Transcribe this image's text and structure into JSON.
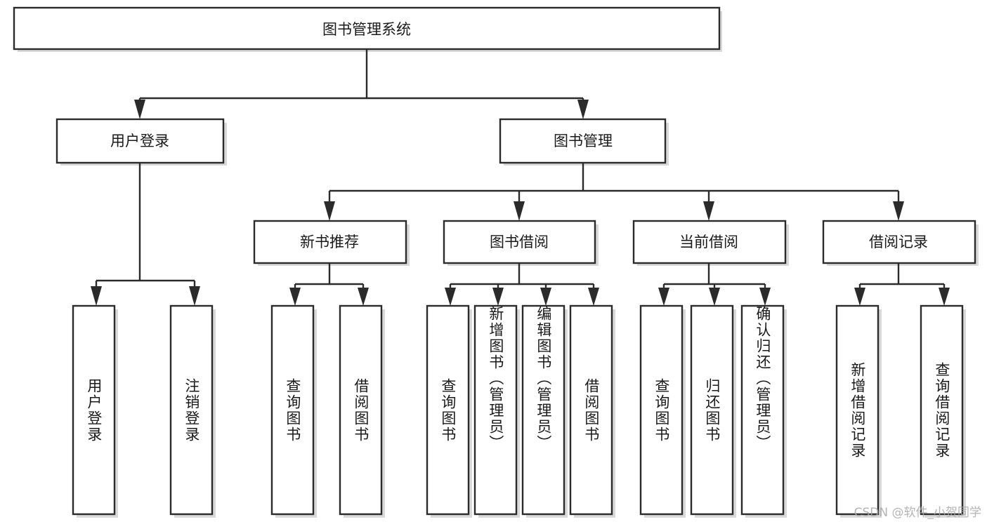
{
  "diagram": {
    "type": "tree",
    "title": "图书管理系统",
    "orientation": "top-down",
    "colors": {
      "box_stroke": "#2b2b2b",
      "box_fill": "#ffffff",
      "text": "#1a1a1a",
      "background": "#ffffff",
      "watermark": "#a8a8a8"
    },
    "root": {
      "label": "图书管理系统"
    },
    "level2": [
      {
        "label": "用户登录"
      },
      {
        "label": "图书管理"
      }
    ],
    "level3": [
      {
        "label": "新书推荐"
      },
      {
        "label": "图书借阅"
      },
      {
        "label": "当前借阅"
      },
      {
        "label": "借阅记录"
      }
    ],
    "leaves": {
      "user_login": [
        {
          "label": "用户登录"
        },
        {
          "label": "注销登录"
        }
      ],
      "new_book_recommend": [
        {
          "label": "查询图书"
        },
        {
          "label": "借阅图书"
        }
      ],
      "book_borrow": [
        {
          "label": "查询图书"
        },
        {
          "label": "新增图书（管理员）"
        },
        {
          "label": "编辑图书（管理员）"
        },
        {
          "label": "借阅图书"
        }
      ],
      "current_borrow": [
        {
          "label": "查询图书"
        },
        {
          "label": "归还图书"
        },
        {
          "label": "确认归还（管理员）"
        }
      ],
      "borrow_record": [
        {
          "label": "新增借阅记录"
        },
        {
          "label": "查询借阅记录"
        }
      ]
    }
  },
  "watermark": {
    "text": "CSDN @软件_小贺同学"
  }
}
